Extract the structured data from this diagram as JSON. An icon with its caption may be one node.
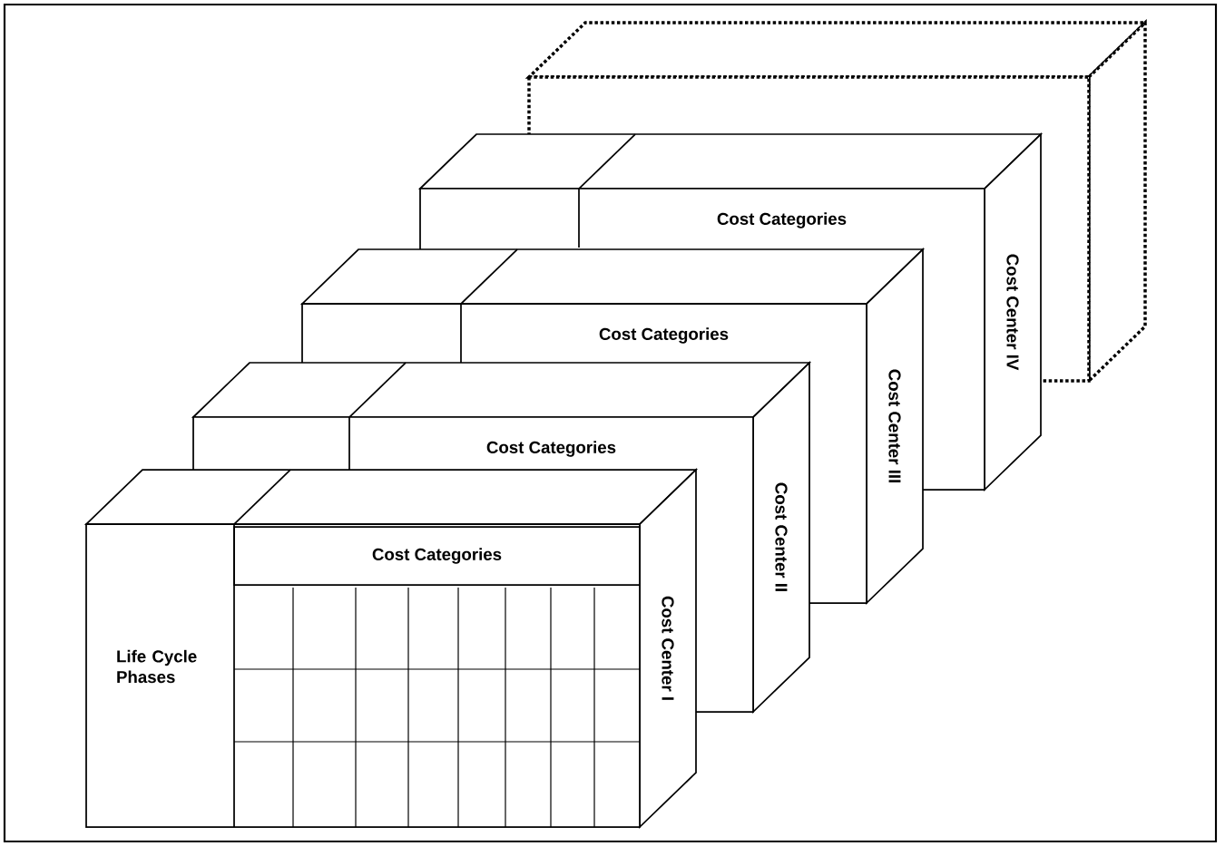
{
  "diagram": {
    "nodes": [
      {
        "text": [
          "Cost Categories"
        ]
      },
      {
        "text": [
          "Cost Center IV"
        ]
      },
      {
        "text": [
          "Cost Categories"
        ]
      },
      {
        "text": [
          "Cost Center III"
        ]
      },
      {
        "text": [
          "Cost Categories"
        ]
      },
      {
        "text": [
          "Cost Center II"
        ]
      },
      {
        "text": [
          "Life Cycle Phases"
        ]
      },
      {
        "text": [
          "Cost Categories"
        ]
      },
      {
        "text": [
          "Cost Center I"
        ]
      }
    ]
  }
}
